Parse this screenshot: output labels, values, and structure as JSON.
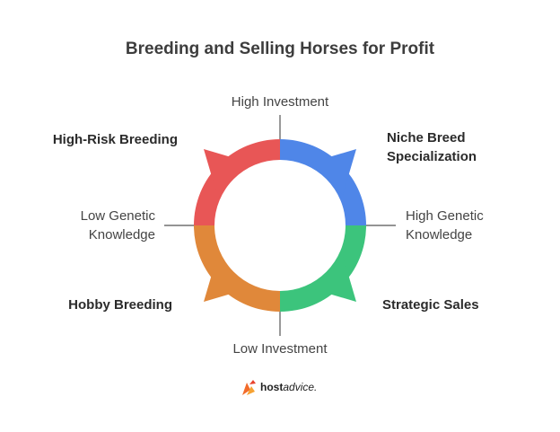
{
  "title": "Breeding and Selling Horses for Profit",
  "axes": {
    "top": "High Investment",
    "bottom": "Low Investment",
    "left_line1": "Low Genetic",
    "left_line2": "Knowledge",
    "right_line1": "High Genetic",
    "right_line2": "Knowledge"
  },
  "quadrants": {
    "top_left": "High-Risk Breeding",
    "top_right_line1": "Niche Breed",
    "top_right_line2": "Specialization",
    "bottom_left": "Hobby Breeding",
    "bottom_right": "Strategic Sales"
  },
  "colors": {
    "top_left": "#e85656",
    "top_right": "#4f86e8",
    "bottom_right": "#3cc47c",
    "bottom_left": "#e0883a"
  },
  "logo": {
    "name_bold": "host",
    "name_rest": "advice."
  }
}
